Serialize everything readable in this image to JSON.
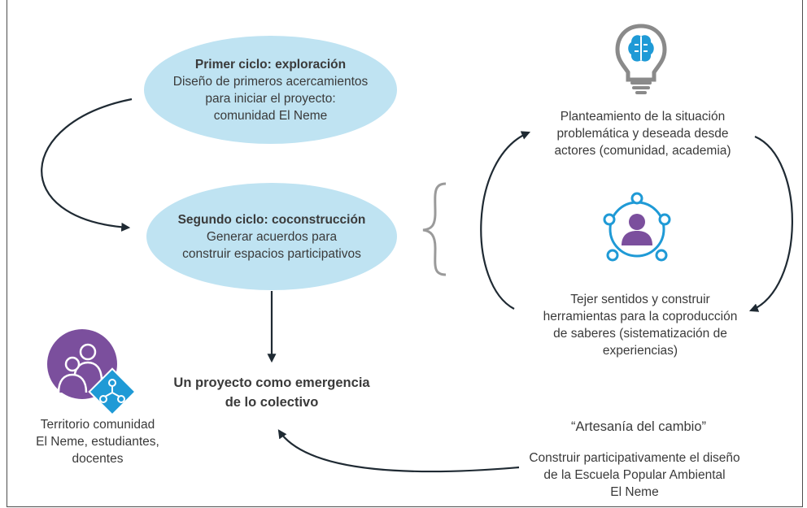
{
  "cycle1": {
    "title": "Primer ciclo: exploración",
    "lines": [
      "Diseño de primeros acercamientos",
      "para iniciar el proyecto:",
      "comunidad El Neme"
    ]
  },
  "cycle2": {
    "title": "Segundo ciclo: coconstrucción",
    "lines": [
      "Generar acuerdos para",
      "construir espacios participativos"
    ]
  },
  "emergence": {
    "lines": [
      "Un proyecto como emergencia",
      "de lo colectivo"
    ]
  },
  "territory": {
    "lines": [
      "Territorio comunidad",
      "El Neme, estudiantes,",
      "docentes"
    ]
  },
  "situation": {
    "lines": [
      "Planteamiento de la situación",
      "problemática y deseada desde",
      "actores (comunidad, academia)"
    ]
  },
  "weave": {
    "lines": [
      "Tejer sentidos y construir",
      "herramientas para la coproducción",
      "de saberes (sistematización de",
      "experiencias)"
    ]
  },
  "craft": {
    "title": "“Artesanía del cambio”",
    "lines": [
      "Construir participativamente el diseño",
      "de la Escuela Popular Ambiental",
      "El Neme"
    ]
  },
  "colors": {
    "ellipse_fill": "#bfe3f2",
    "arrow": "#1f2a33",
    "bracket": "#9a9a9a",
    "purple": "#7b4f9d",
    "teal": "#1f9ad6",
    "bulb_ring": "#8a8a8a"
  },
  "icons": [
    "lightbulb-brain-icon",
    "person-network-icon",
    "group-people-icon",
    "network-diamond-icon"
  ]
}
